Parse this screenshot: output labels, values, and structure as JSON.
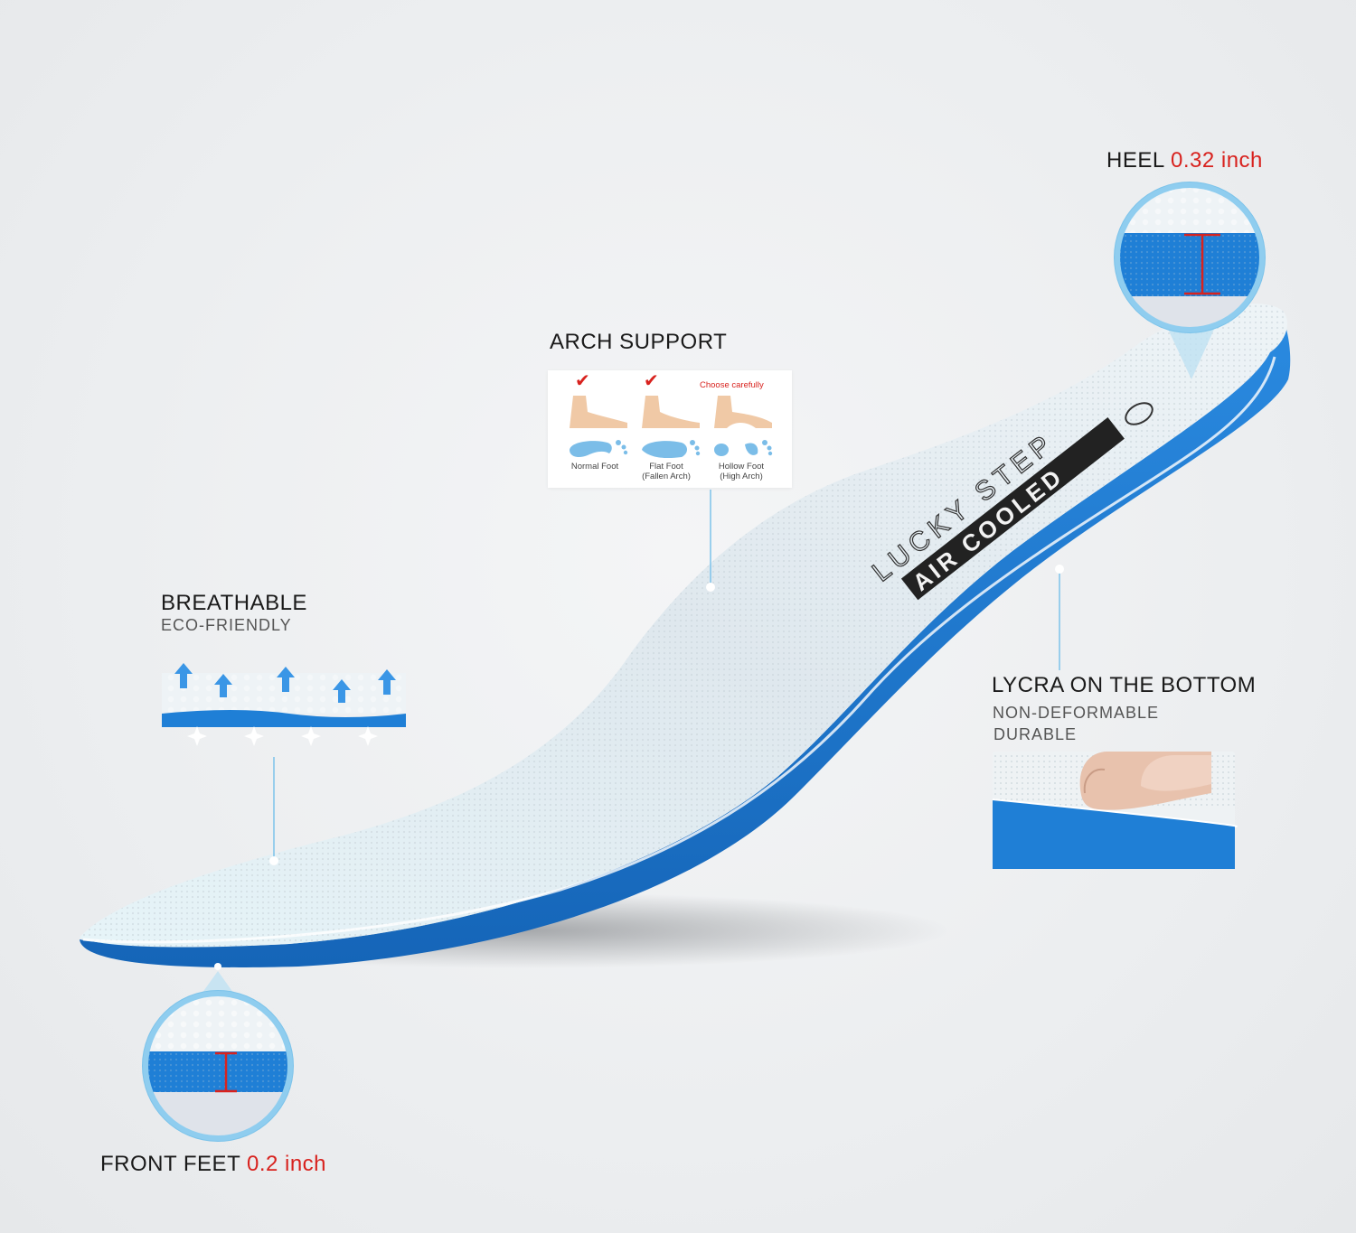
{
  "heel": {
    "title": "HEEL",
    "value": "0.32 inch"
  },
  "arch": {
    "title": "ARCH SUPPORT",
    "card": {
      "choose_note": "Choose carefully",
      "feet": [
        {
          "label": "Normal Foot",
          "checked": true
        },
        {
          "label": "Flat Foot\n(Fallen Arch)",
          "checked": true
        },
        {
          "label": "Hollow Foot\n(High Arch)",
          "checked": false
        }
      ]
    }
  },
  "breathable": {
    "title": "BREATHABLE",
    "subtitle": "ECO-FRIENDLY"
  },
  "lycra": {
    "title": "LYCRA ON THE BOTTOM",
    "lines": [
      "NON-DEFORMABLE",
      "DURABLE"
    ]
  },
  "front": {
    "title": "FRONT FEET",
    "value": "0.2 inch"
  },
  "insole": {
    "brand": "LUCKY STEP",
    "product": "AIR COOLED"
  },
  "colors": {
    "accent": "#d8221e",
    "foam_blue": "#1f78d1",
    "mesh": "#e9f3f8",
    "callout_ring": "#7cc3ea"
  }
}
